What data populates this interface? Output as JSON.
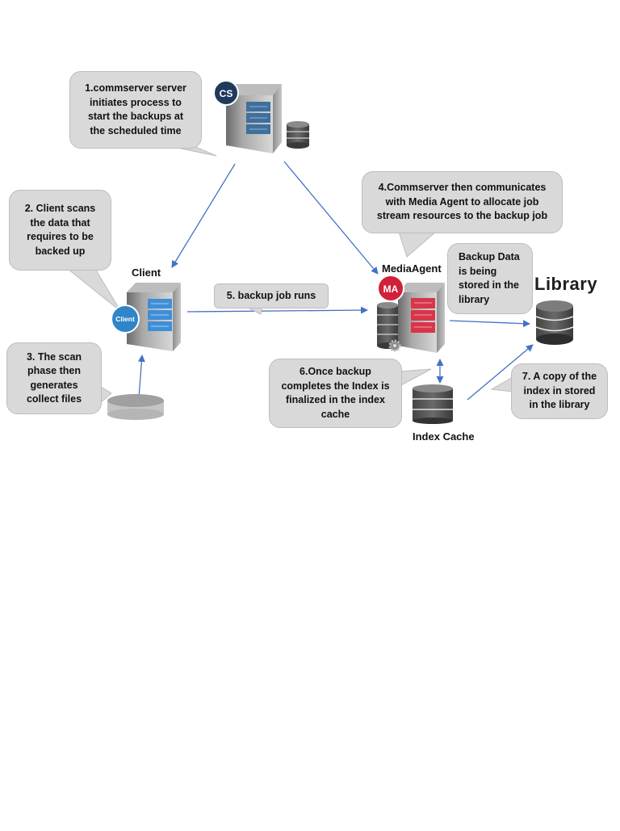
{
  "callouts": {
    "commserver": "1.commserver server\ninitiates process to\nstart the backups at\nthe scheduled time",
    "client_scan": "2. Client scans\nthe data that\nrequires to be\nbacked up",
    "scan_phase": "3. The scan\nphase then\ngenerates\ncollect files",
    "commserver_ma": "4.Commserver then communicates\nwith Media Agent to allocate job\nstream resources to the backup job",
    "backup_runs": "5. backup job runs",
    "backup_data": "Backup Data\nis being\nstored in the\nlibrary",
    "index_final": "6.Once backup\ncompletes the Index is\nfinalized in the index\ncache",
    "index_copy": "7. A copy of the\nindex in stored\nin the library"
  },
  "labels": {
    "client": "Client",
    "media_agent": "MediaAgent",
    "library": "Library",
    "index_cache": "Index Cache"
  },
  "badges": {
    "cs": "CS",
    "client": "Client",
    "ma": "MA"
  },
  "colors": {
    "arrow": "#4472c4",
    "callout_fill": "#d9d9d9",
    "cs_badge": "#1f3a5c",
    "client_badge": "#2e86c9",
    "ma_badge": "#d0203a",
    "cs_drives": "#3f6f9c",
    "client_drives": "#3f8fd8",
    "ma_drives": "#d9354a"
  }
}
